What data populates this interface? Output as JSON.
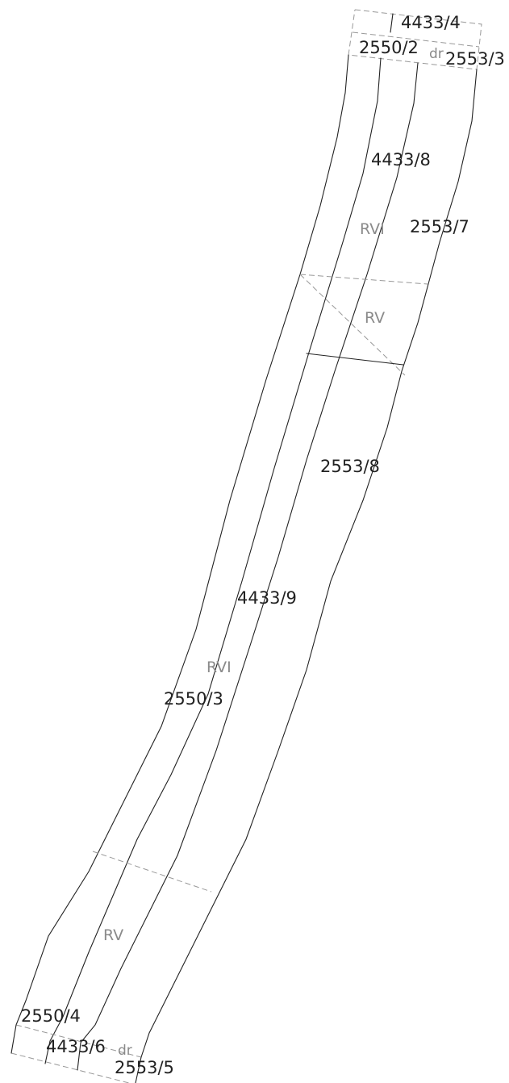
{
  "map": {
    "parcels": [
      "4433/4",
      "2550/2",
      "dr",
      "2553/3",
      "4433/8",
      "RVI",
      "2553/7",
      "RV",
      "2553/8",
      "4433/9",
      "RVI",
      "2550/3",
      "RV",
      "2550/4",
      "4433/6",
      "dr",
      "2553/5"
    ]
  }
}
